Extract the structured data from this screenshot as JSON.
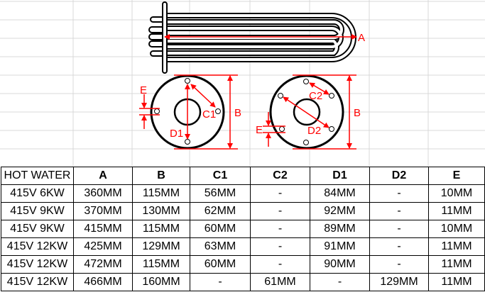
{
  "diagram": {
    "labels": {
      "A": "A",
      "B": "B",
      "C1": "C1",
      "C2": "C2",
      "D1": "D1",
      "D2": "D2",
      "E": "E"
    },
    "accent_color": "#ff0000"
  },
  "table": {
    "headers": [
      "HOT WATER",
      "A",
      "B",
      "C1",
      "C2",
      "D1",
      "D2",
      "E"
    ],
    "rows": [
      [
        "415V 6KW",
        "360MM",
        "115MM",
        "56MM",
        "-",
        "84MM",
        "-",
        "10MM"
      ],
      [
        "415V 9KW",
        "370MM",
        "130MM",
        "62MM",
        "-",
        "92MM",
        "-",
        "11MM"
      ],
      [
        "415V 9KW",
        "415MM",
        "115MM",
        "60MM",
        "-",
        "89MM",
        "-",
        "10MM"
      ],
      [
        "415V 12KW",
        "425MM",
        "129MM",
        "63MM",
        "-",
        "91MM",
        "-",
        "11MM"
      ],
      [
        "415V 12KW",
        "472MM",
        "115MM",
        "60MM",
        "-",
        "90MM",
        "-",
        "11MM"
      ],
      [
        "415V 12KW",
        "466MM",
        "160MM",
        "-",
        "61MM",
        "-",
        "129MM",
        "11MM"
      ]
    ]
  }
}
